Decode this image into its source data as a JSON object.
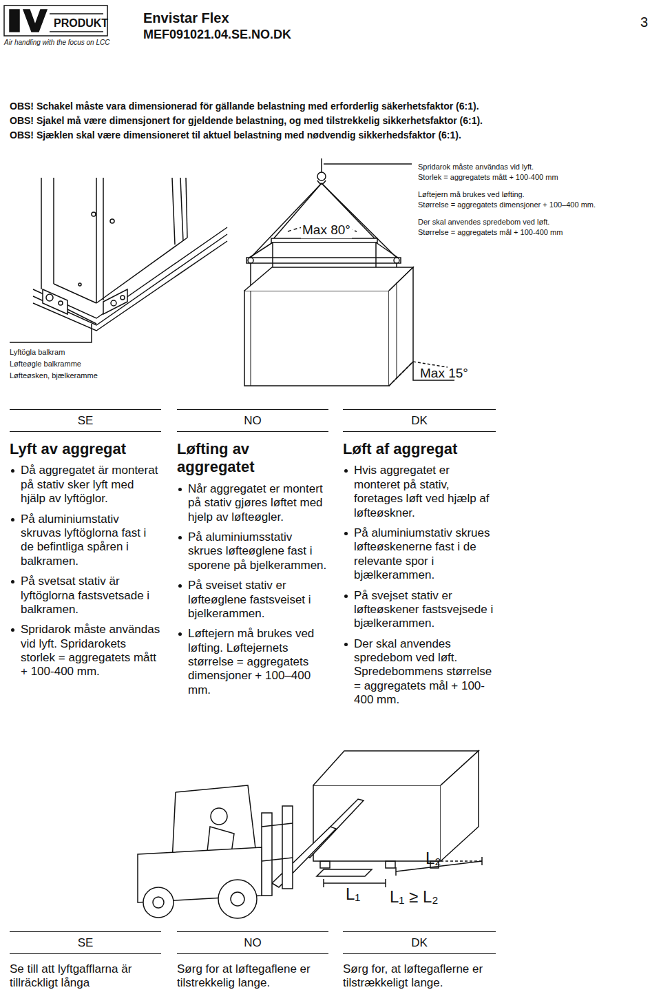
{
  "diagram": {
    "title": "Envistar Flex",
    "labels": [
      "PRODUKT",
      "Air handling with the focus on LCC",
      "MEF091021.04.SE.NO.DK",
      "3",
      "OBS! Schakel måste vara dimensionerad för gällande belastning med erforderlig säkerhetsfaktor (6:1).",
      "OBS! Sjakel må være dimensjonert for gjeldende belastning, og med tilstrekkelig sikkerhetsfaktor (6:1).",
      "OBS! Sjæklen skal være dimensioneret til aktuel belastning med nødvendig sikkerhedsfaktor (6:1).",
      "Spridarok måste användas vid lyft.",
      "Storlek = aggregatets mått + 100-400 mm",
      "Løftejern må brukes ved løfting.",
      "Størrelse = aggregatets dimensjoner + 100–400 mm.",
      "Der skal anvendes spredebom ved løft.",
      "Størrelse = aggregatets mål + 100-400 mm",
      "Max 80°",
      "Lyftögla balkram",
      "Løfteøgle balkramme",
      "Løfteøsken, bjælkeramme",
      "Max 15°",
      "SE",
      "Lyft av aggregat",
      "Då aggregatet är monterat på stativ sker lyft med hjälp av lyftöglor.",
      "På aluminiumstativ skruvas lyftöglorna fast i de befintliga spåren i balkramen.",
      "På svetsat stativ är lyftöglorna fastsvetsade i balkramen.",
      "Spridarok måste användas vid lyft. Spridarokets storlek = aggregatets mått + 100-400 mm.",
      "NO",
      "Løfting av aggregatet",
      "Når aggregatet er montert på stativ gjøres løftet med hjelp av løfteøgler.",
      "På aluminiumsstativ skrues løfteøglene fast i sporene på bjelkerammen.",
      "På sveiset stativ er løfteøglene fastsveiset i bjelkerammen.",
      "Løftejern må brukes ved løfting. Løftejernets størrelse = aggregatets dimensjoner + 100–400 mm.",
      "DK",
      "Løft af aggregat",
      "Hvis aggregatet er monteret på stativ, foretages løft ved hjælp af løfteøskner.",
      "På aluminiumstativ skrues løfteøskenerne fast i de relevante spor i bjælkerammen.",
      "På svejset stativ er løfteøskener fastsvejsede i bjælkerammen.",
      "Der skal anvendes spredebom ved løft. Spredebommens størrelse = aggregatets mål + 100-400 mm.",
      "L₂",
      "L₁",
      "L₁ ≥ L₂",
      "SE",
      "NO",
      "DK",
      "Se till att lyftgafflarna är tillräckligt långa",
      "Sørg for at løftegaflene er tilstrekkelig lange.",
      "Sørg for, at løftegaflerne er tilstrækkeligt lange."
    ]
  }
}
